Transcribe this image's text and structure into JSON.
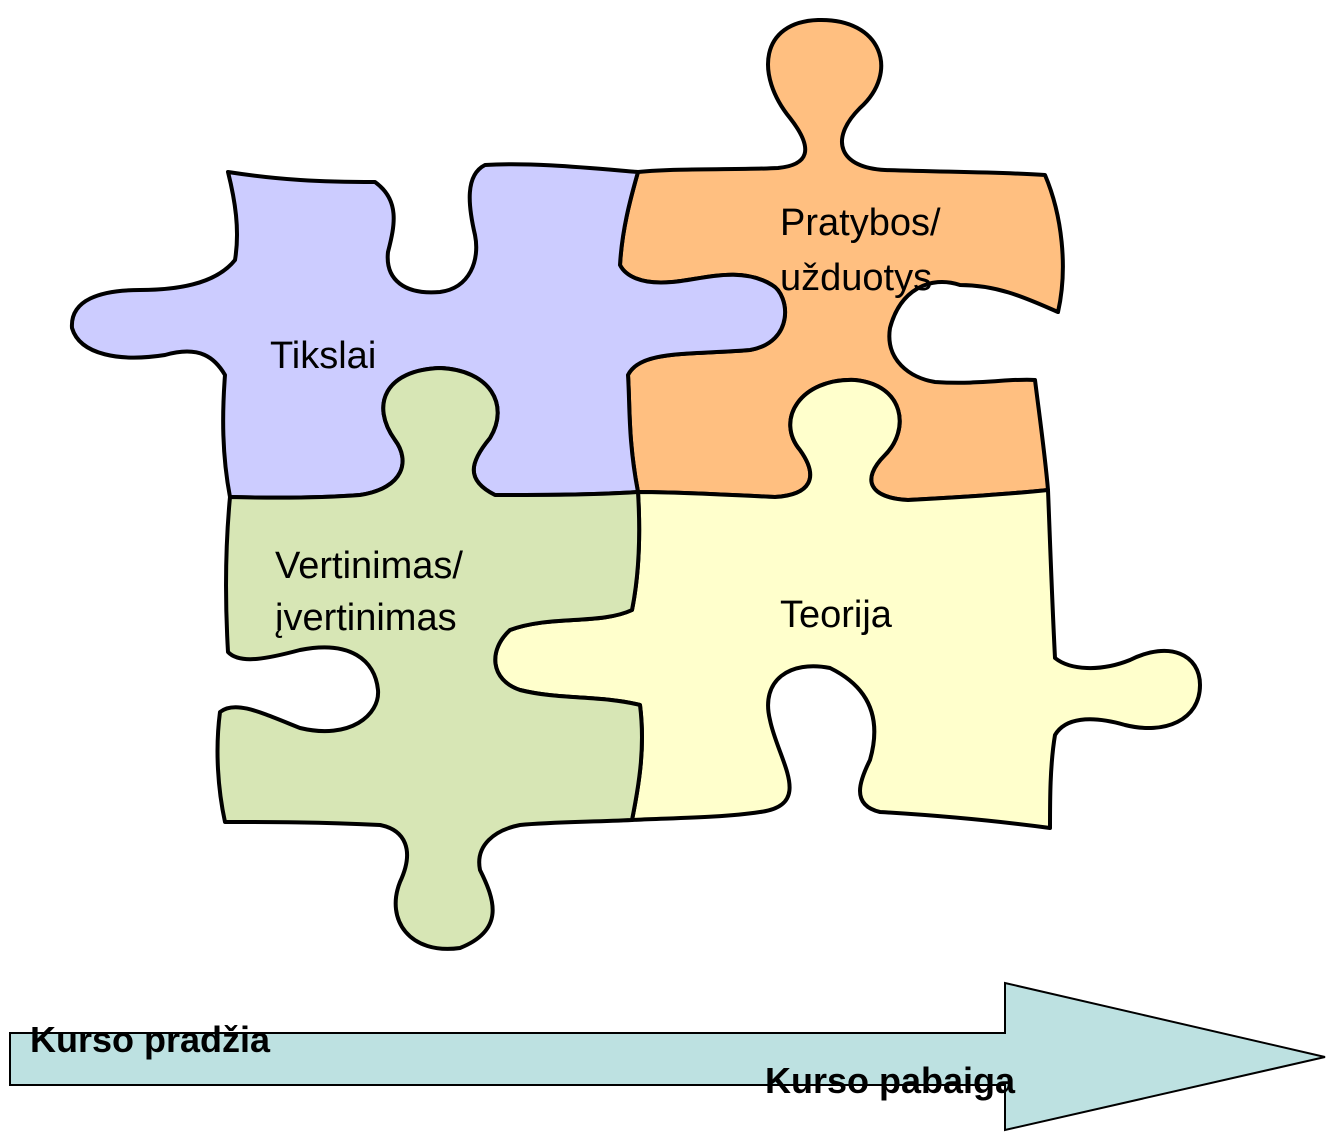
{
  "colors": {
    "tikslai": "#ccccff",
    "pratybos": "#ffbf80",
    "vertinimas": "#d7e6b5",
    "teorija": "#ffffcc",
    "arrow": "#bde1e1"
  },
  "pieces": {
    "tikslai": {
      "label": "Tikslai"
    },
    "pratybos": {
      "line1": "Pratybos/",
      "line2": "užduotys"
    },
    "vertinimas": {
      "line1": "Vertinimas/",
      "line2": "įvertinimas"
    },
    "teorija": {
      "label": "Teorija"
    }
  },
  "arrow": {
    "start_label": "Kurso pradžia",
    "end_label": "Kurso pabaiga"
  }
}
